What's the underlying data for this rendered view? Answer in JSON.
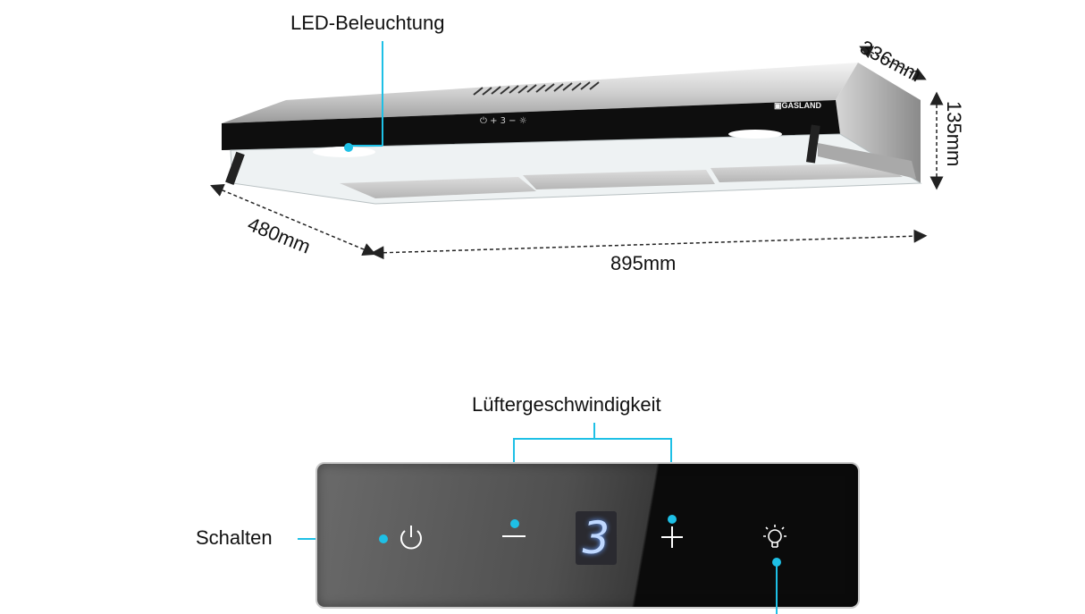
{
  "brand": "GASLAND",
  "labels": {
    "led": "LED-Beleuchtung",
    "fan_speed": "Lüftergeschwindigkeit",
    "switch": "Schalten"
  },
  "dimensions": {
    "depth_top": "336mm",
    "height": "135mm",
    "depth_side": "480mm",
    "width": "895mm"
  },
  "display": {
    "speed_value": "3"
  },
  "colors": {
    "accent": "#1ec0e6",
    "panel_dark": "#0b0b0b",
    "digit": "#bfd8ff"
  },
  "icons": {
    "power": "power-icon",
    "minus": "minus-icon",
    "plus": "plus-icon",
    "light": "light-bulb-icon"
  }
}
